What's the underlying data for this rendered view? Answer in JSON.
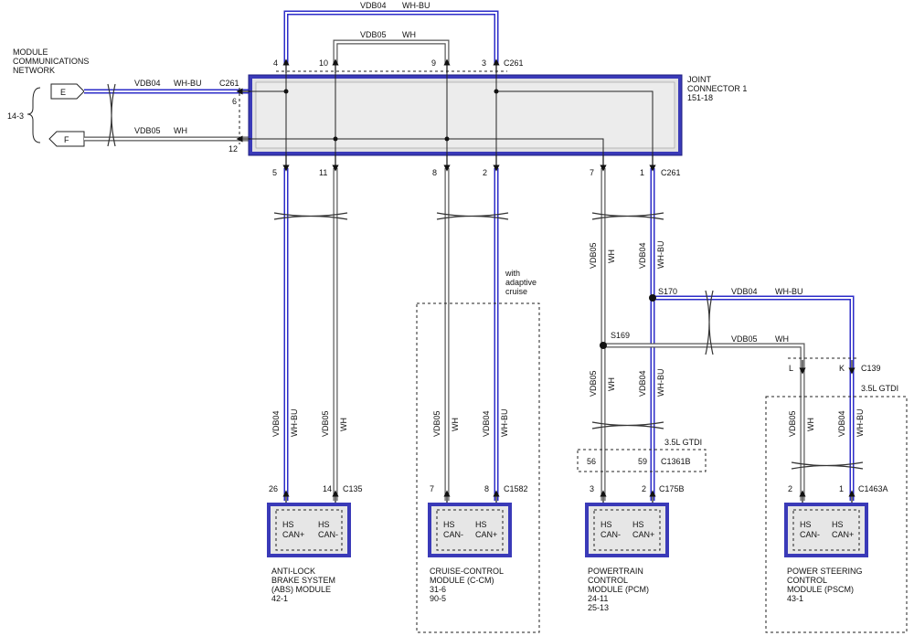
{
  "network": {
    "title_lines": [
      "MODULE",
      "COMMUNICATIONS",
      "NETWORK"
    ],
    "page_ref": "14-3",
    "connector_e": "E",
    "connector_f": "F"
  },
  "joint": {
    "title_lines": [
      "JOINT",
      "CONNECTOR 1"
    ],
    "ref": "151-18",
    "connector": "C261",
    "connector_left": "C261",
    "pins": {
      "p4": "4",
      "p10": "10",
      "p9": "9",
      "p3": "3",
      "p6": "6",
      "p12": "12",
      "p5": "5",
      "p11": "11",
      "p8": "8",
      "p2": "2",
      "p7": "7",
      "p1": "1"
    }
  },
  "circuits": {
    "vdb04": "VDB04",
    "vdb05": "VDB05",
    "wh_bu": "WH-BU",
    "wh": "WH"
  },
  "splices": {
    "s170": "S170",
    "s169": "S169"
  },
  "notes": {
    "adaptive_lines": [
      "with",
      "adaptive",
      "cruise"
    ],
    "gtdi": "3.5L GTDI"
  },
  "inline": {
    "c1361b": "C1361B",
    "pin56": "56",
    "pin59": "59",
    "c139": "C139",
    "pin_l": "L",
    "pin_k": "K"
  },
  "can": {
    "hs": "HS",
    "can_minus": "CAN-",
    "can_plus": "CAN+"
  },
  "modules": [
    {
      "connector": "C135",
      "pin_a": "26",
      "pin_b": "14",
      "name_lines": [
        "ANTI-LOCK",
        "BRAKE SYSTEM",
        "(ABS) MODULE",
        "42-1"
      ]
    },
    {
      "connector": "C1582",
      "pin_a": "7",
      "pin_b": "8",
      "name_lines": [
        "CRUISE-CONTROL",
        "MODULE (C-CM)",
        "31-6",
        "90-5"
      ]
    },
    {
      "connector": "C175B",
      "pin_a": "3",
      "pin_b": "2",
      "name_lines": [
        "POWERTRAIN",
        "CONTROL",
        "MODULE (PCM)",
        "24-11",
        "25-13"
      ]
    },
    {
      "connector": "C1463A",
      "pin_a": "2",
      "pin_b": "1",
      "name_lines": [
        "POWER STEERING",
        "CONTROL",
        "MODULE (PSCM)",
        "43-1"
      ]
    }
  ]
}
